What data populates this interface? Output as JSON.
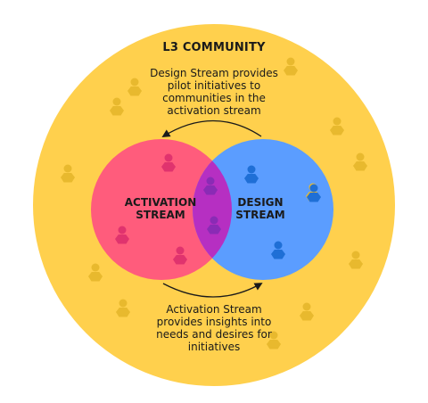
{
  "community": {
    "title": "L3 COMMUNITY",
    "color": "#FFD04D"
  },
  "activation": {
    "label_line1": "ACTIVATION",
    "label_line2": "STREAM",
    "color": "#FF5C7C",
    "person_color": "#E0336E"
  },
  "design": {
    "label_line1": "DESIGN",
    "label_line2": "STREAM",
    "color": "#5B9DFF",
    "person_color": "#1F6FD6"
  },
  "overlap": {
    "color": "#B62FC2",
    "person_color": "#8A2BB5"
  },
  "community_person_color": "#E8B92E",
  "top_caption": {
    "lines": [
      "Design Stream provides",
      "pilot initiatives to",
      "communities in the",
      "activation stream"
    ]
  },
  "bottom_caption": {
    "lines": [
      "Activation Stream",
      "provides insights into",
      "needs and desires for",
      "initiatives"
    ]
  }
}
